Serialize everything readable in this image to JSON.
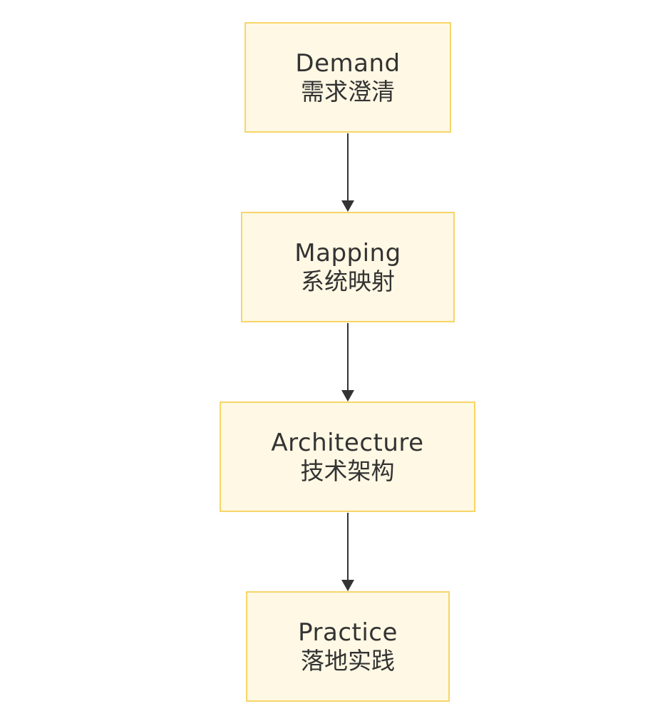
{
  "nodes": [
    {
      "id": "demand",
      "en": "Demand",
      "zh": "需求澄清"
    },
    {
      "id": "mapping",
      "en": "Mapping",
      "zh": "系统映射"
    },
    {
      "id": "architecture",
      "en": "Architecture",
      "zh": "技术架构"
    },
    {
      "id": "practice",
      "en": "Practice",
      "zh": "落地实践"
    }
  ],
  "edges": [
    {
      "from": "demand",
      "to": "mapping"
    },
    {
      "from": "mapping",
      "to": "architecture"
    },
    {
      "from": "architecture",
      "to": "practice"
    }
  ],
  "colors": {
    "node_fill": "#fff8e4",
    "node_border": "#f7d567",
    "text": "#333333",
    "edge": "#333333"
  }
}
